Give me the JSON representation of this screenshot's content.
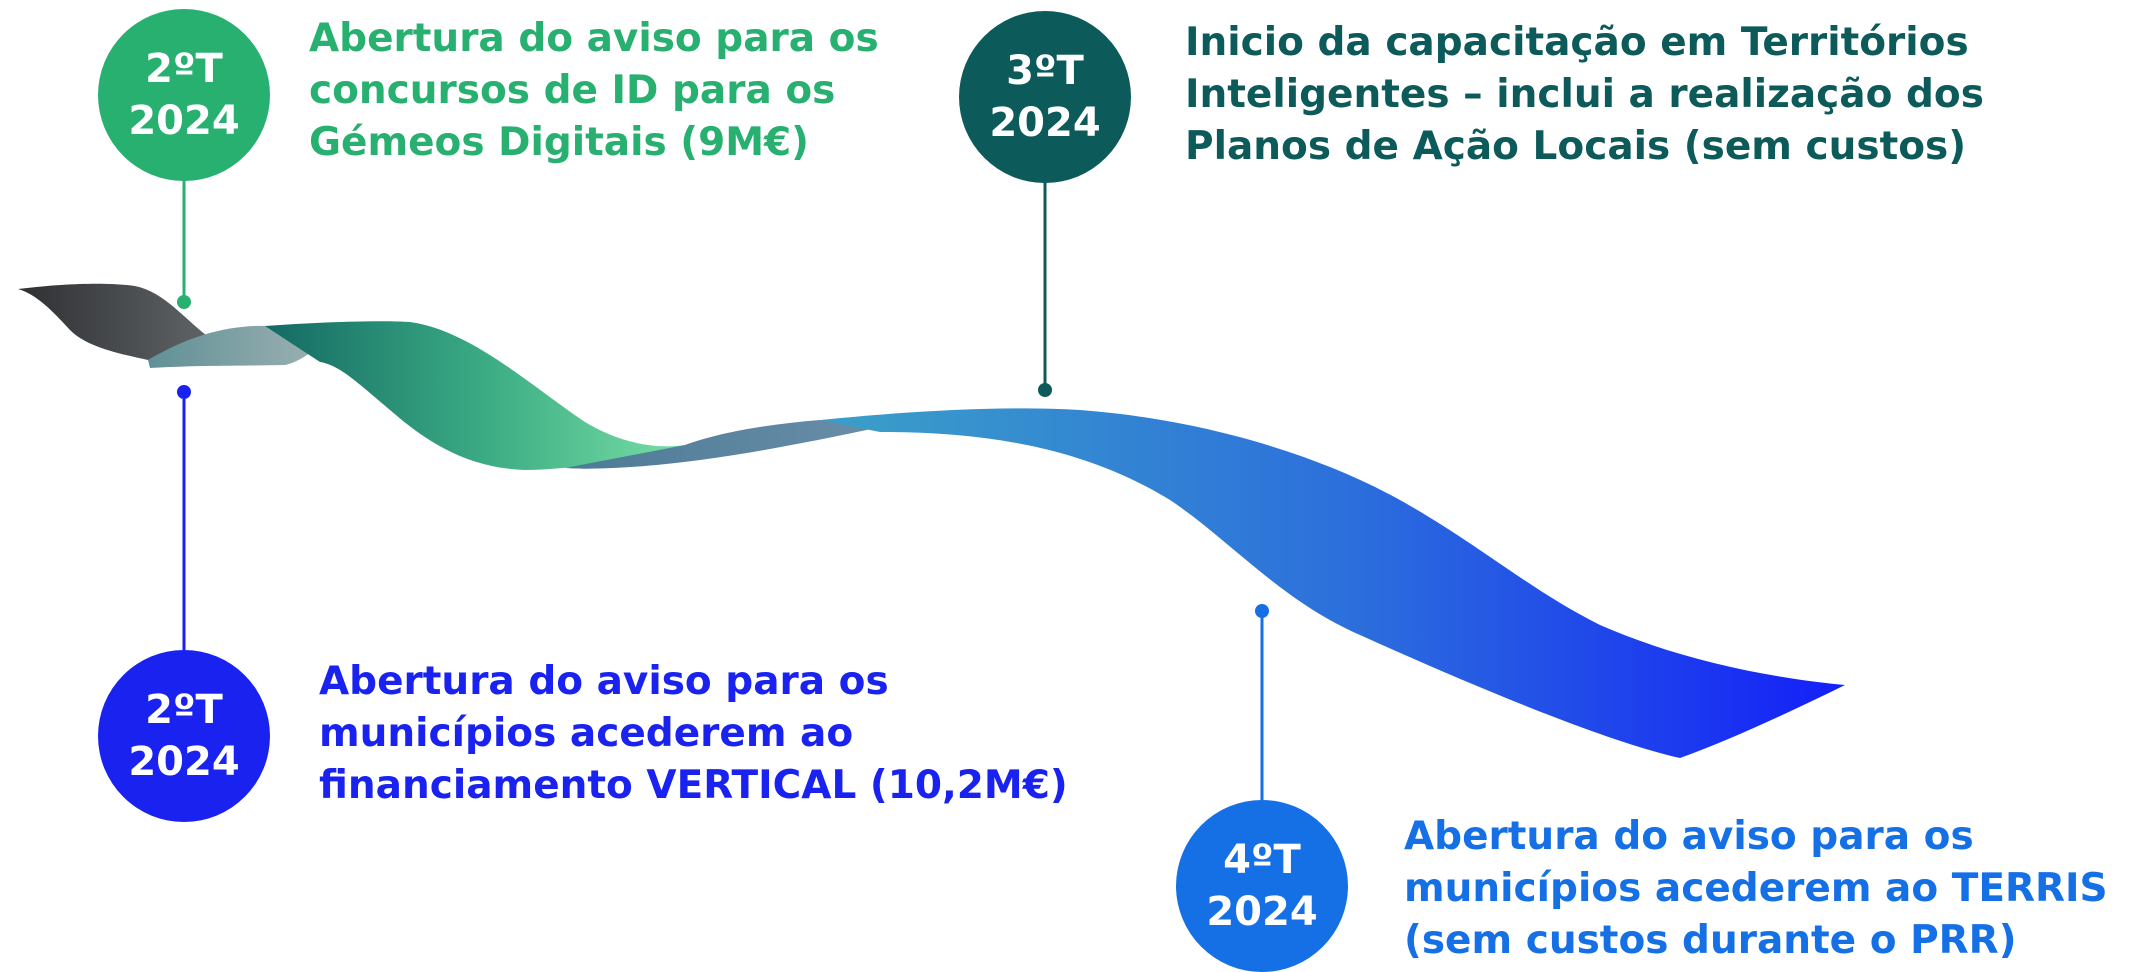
{
  "colors": {
    "green": "#27b06f",
    "teal": "#0c5a5a",
    "blue": "#1a22f0",
    "light_blue": "#1570e6"
  },
  "milestones": [
    {
      "id": "m1",
      "quarter": "2ºT",
      "year": "2024",
      "text": [
        "Abertura do aviso para os",
        "concursos de ID para os",
        "Gémeos Digitais (9M€)"
      ]
    },
    {
      "id": "m2",
      "quarter": "3ºT",
      "year": "2024",
      "text": [
        "Inicio da capacitação em Territórios",
        "Inteligentes – inclui a realização dos",
        "Planos de Ação Locais (sem custos)"
      ]
    },
    {
      "id": "m3",
      "quarter": "2ºT",
      "year": "2024",
      "text": [
        "Abertura do aviso para os",
        "municípios acederem ao",
        "financiamento VERTICAL (10,2M€)"
      ]
    },
    {
      "id": "m4",
      "quarter": "4ºT",
      "year": "2024",
      "text": [
        "Abertura do aviso para os",
        "municípios acederem ao TERRIS",
        "(sem custos durante o PRR)"
      ]
    }
  ]
}
